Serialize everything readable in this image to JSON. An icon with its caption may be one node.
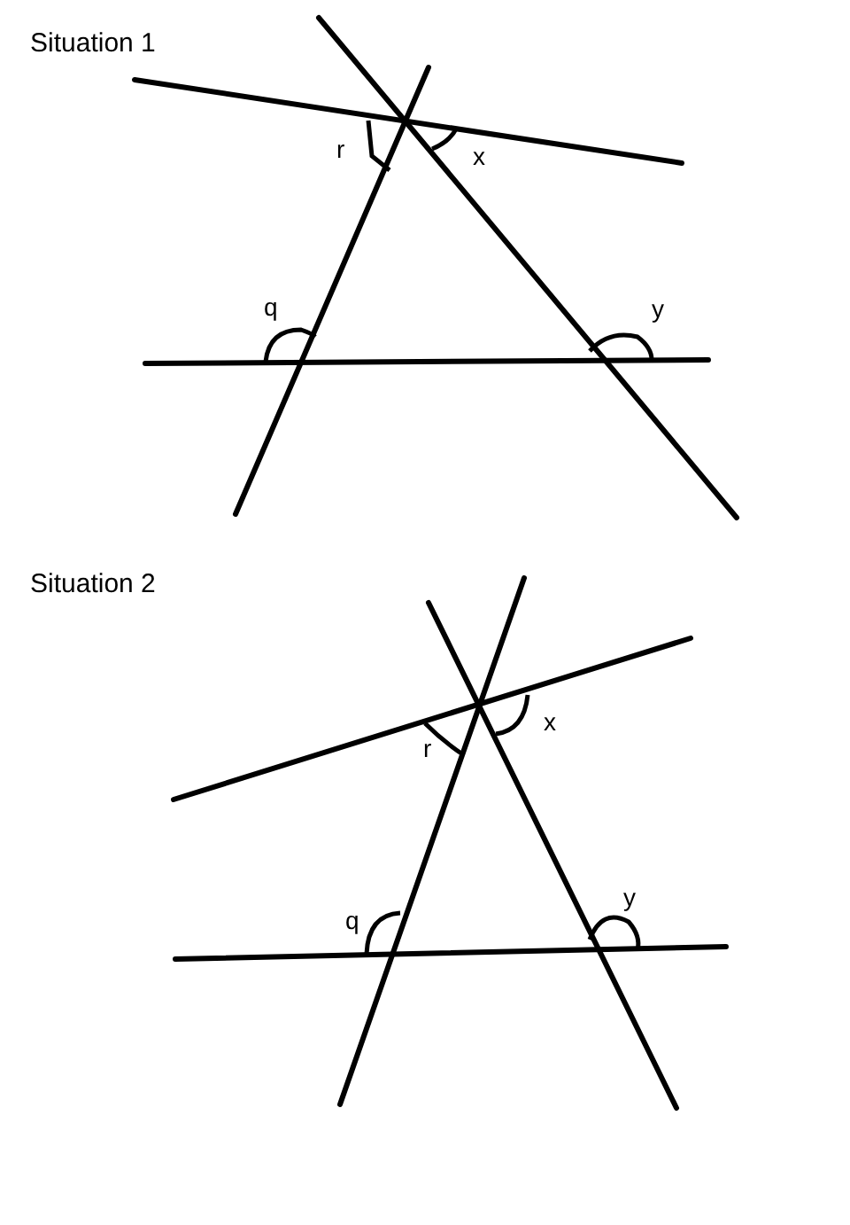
{
  "diagram": {
    "labels": [
      "Situation 1",
      "r",
      "x",
      "q",
      "y",
      "Situation 2",
      "r",
      "x",
      "q",
      "y"
    ]
  }
}
